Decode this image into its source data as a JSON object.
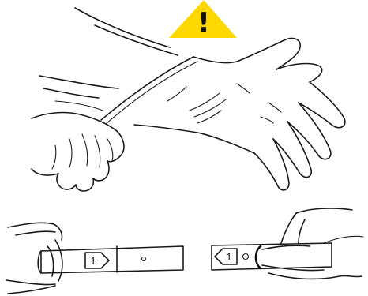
{
  "warning": {
    "icon": "warning-triangle-icon",
    "symbol": "!",
    "color": "#ffd800",
    "symbol_color": "#111111"
  },
  "illustration": {
    "glove_step": "pulling-glove-cuff-over-sleeve",
    "strap_step": "connecting-strap-ends"
  },
  "strap": {
    "left_tag_number": "1",
    "right_tag_number": "1"
  }
}
